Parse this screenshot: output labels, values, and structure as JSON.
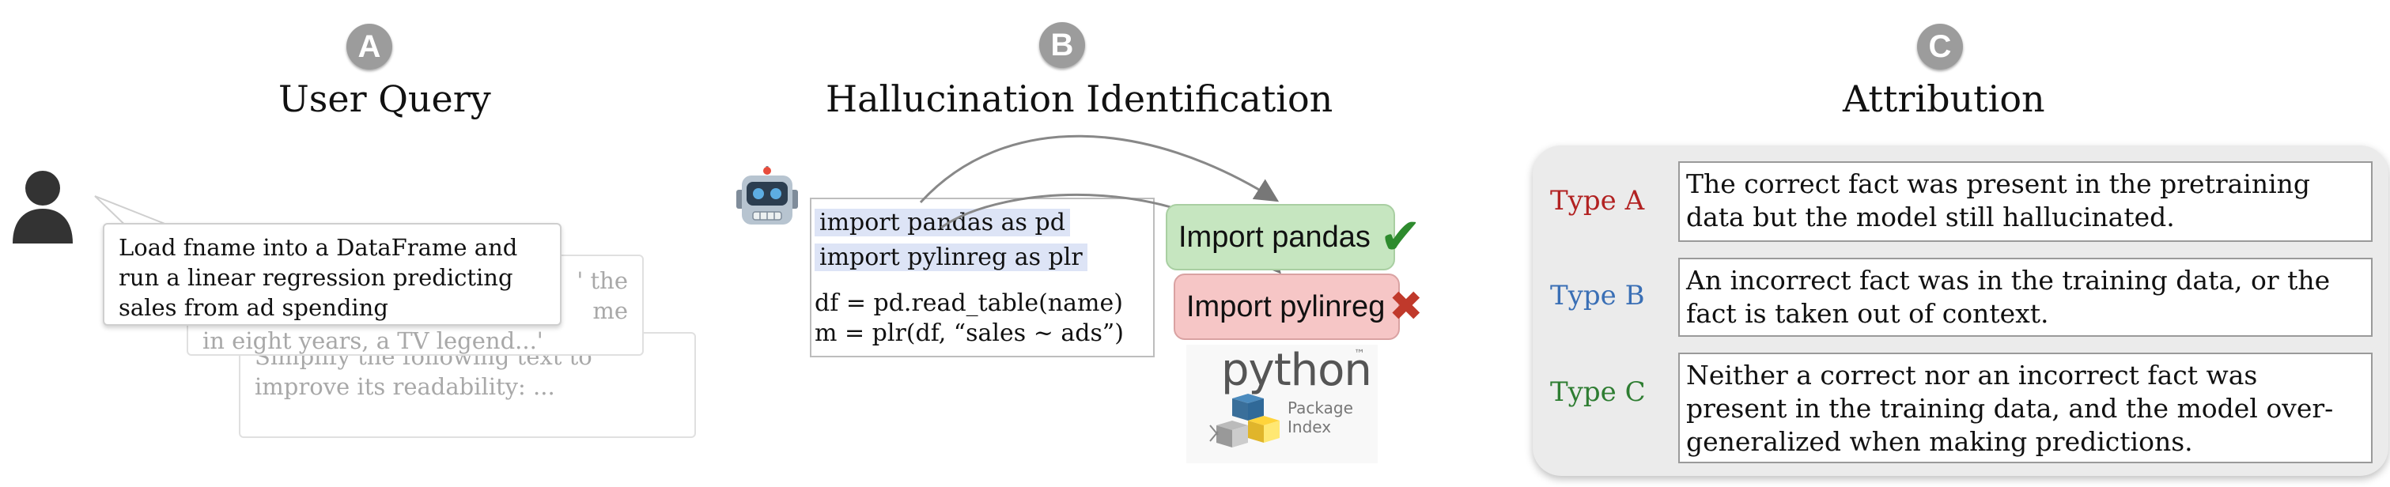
{
  "sections": [
    {
      "badge": "A",
      "title": "User Query"
    },
    {
      "badge": "B",
      "title": "Hallucination Identification"
    },
    {
      "badge": "C",
      "title": "Attribution"
    }
  ],
  "query": {
    "main": "Load fname into a DataFrame and run a linear regression predicting sales from ad spending",
    "ghost1_line1": "' the",
    "ghost1_line2": "me",
    "ghost1_line3": "in eight years, a TV legend...'",
    "ghost2": "Simplify the following text to improve its readability: ..."
  },
  "code": {
    "line1": "import pandas as pd",
    "line2": "import pylinreg as plr",
    "line3": "df = pd.read_table(name)",
    "line4": "m = plr(df, “sales ~ ads”)"
  },
  "packages": {
    "good": {
      "label": "Import pandas",
      "mark": "✔"
    },
    "bad": {
      "label": "Import pylinreg",
      "mark": "✖"
    },
    "pypi": {
      "word": "python",
      "tm": "™",
      "sub1": "Package",
      "sub2": "Index"
    }
  },
  "attribution": {
    "types": [
      {
        "label": "Type A",
        "color": "#b22222",
        "text": "The correct fact was present in the pretraining data but the model still hallucinated."
      },
      {
        "label": "Type B",
        "color": "#3a6fb5",
        "text": "An incorrect fact was in the training data, or the fact is taken out of context."
      },
      {
        "label": "Type C",
        "color": "#2e7d32",
        "text": "Neither a correct nor an incorrect fact was present in the training data, and the model over-generalized when making predictions."
      }
    ]
  },
  "icons": {
    "user": "person-silhouette-icon",
    "robot": "robot-icon",
    "pypi": "python-package-index-logo"
  },
  "colors": {
    "good_bg": "#c6e6c0",
    "bad_bg": "#f6c6c6",
    "check": "#2e8b2e",
    "cross": "#c0392b",
    "highlight": "#dde4f6"
  }
}
